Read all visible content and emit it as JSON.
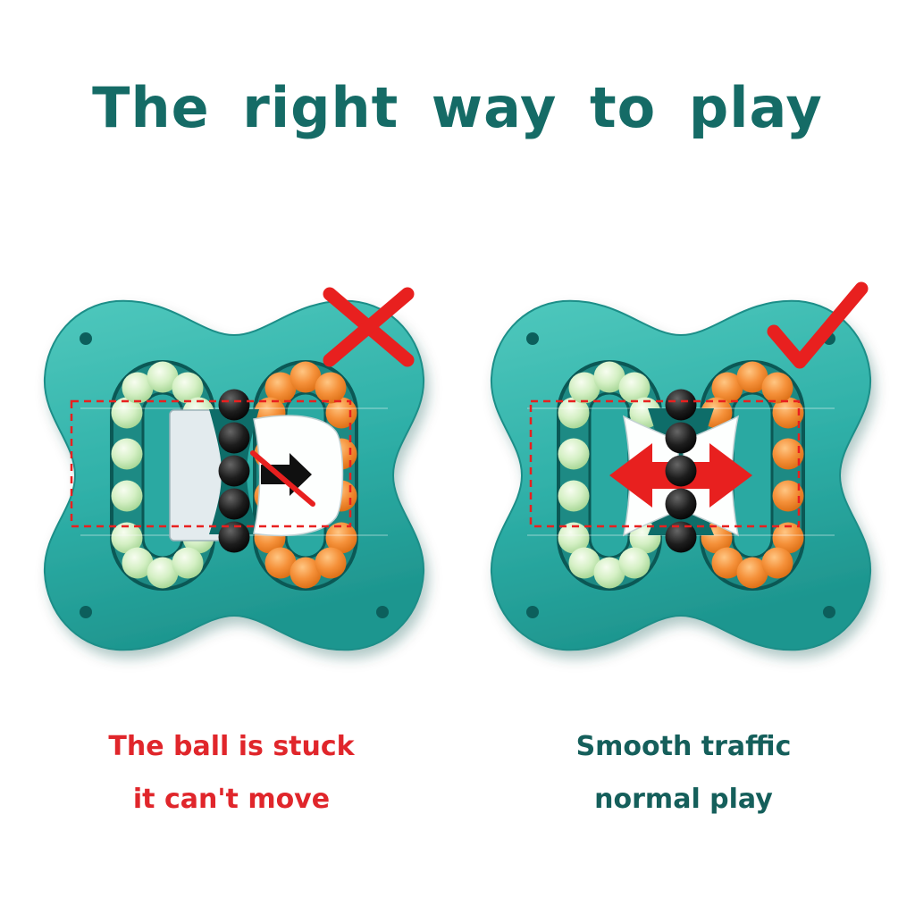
{
  "title": "The right way to play",
  "figures": {
    "left": {
      "id": "wrong-way",
      "mark": "cross",
      "caption": {
        "line1": "The ball is stuck",
        "line2": "it can't move"
      }
    },
    "right": {
      "id": "normal-way",
      "mark": "check",
      "caption": {
        "line1": "Smooth traffic",
        "line2": "normal play"
      }
    }
  },
  "colors": {
    "title": "#156b66",
    "caption_red": "#e0262b",
    "caption_teal": "#155f5b",
    "mark_red": "#e8201f",
    "toy_body": "#2fb0a8",
    "toy_dark": "#0e6d69",
    "bead_green": "#cdeec0",
    "bead_orange": "#f07f28",
    "bead_black": "#141414"
  }
}
